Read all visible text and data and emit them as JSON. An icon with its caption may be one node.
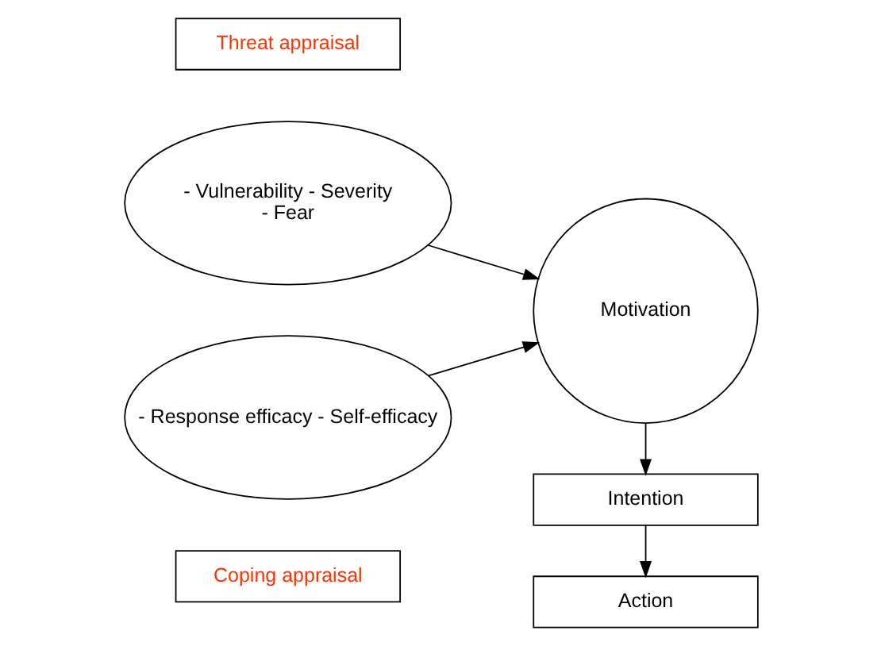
{
  "diagram": {
    "nodes": [
      {
        "text": [
          "Threat appraisal"
        ]
      },
      {
        "text": [
          "- Vulnerability - Severity",
          "- Fear"
        ]
      },
      {
        "text": [
          "- Response efficacy - Self-efficacy"
        ]
      },
      {
        "text": [
          "Motivation"
        ]
      },
      {
        "text": [
          "Intention"
        ]
      },
      {
        "text": [
          "Action"
        ]
      },
      {
        "text": [
          "Coping appraisal"
        ]
      }
    ],
    "edges": [
      {
        "from": 1,
        "to": 3,
        "arrow": "to"
      },
      {
        "from": 2,
        "to": 3,
        "arrow": "to"
      },
      {
        "from": 3,
        "to": 4,
        "arrow": "to"
      },
      {
        "from": 4,
        "to": 5,
        "arrow": "to"
      }
    ]
  }
}
